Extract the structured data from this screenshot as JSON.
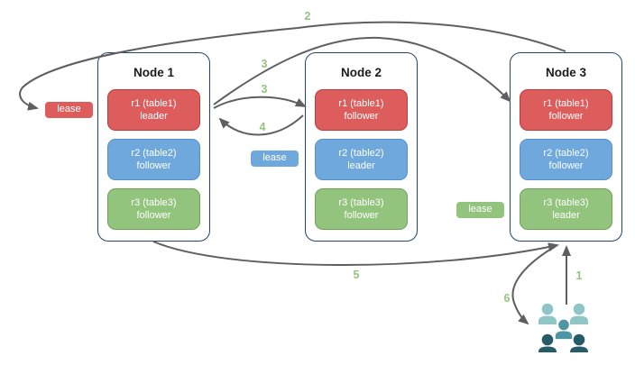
{
  "colors": {
    "red-fill": "#DD5C5C",
    "red-border": "#C13B3B",
    "blue-fill": "#6FA8DC",
    "blue-border": "#5390CF",
    "green-fill": "#93C47D",
    "green-border": "#6FA354",
    "node-border": "#23456B",
    "arrow": "#5F5F5F",
    "step-label": "#93C47D",
    "users-light": "#8FC5C5",
    "users-medium": "#4E96A3",
    "users-dark": "#265B68"
  },
  "nodes": [
    {
      "title": "Node 1",
      "replicas": [
        {
          "name": "r1 (table1)",
          "role": "leader",
          "color": "red"
        },
        {
          "name": "r2 (table2)",
          "role": "follower",
          "color": "blue"
        },
        {
          "name": "r3 (table3)",
          "role": "follower",
          "color": "green"
        }
      ]
    },
    {
      "title": "Node 2",
      "replicas": [
        {
          "name": "r1 (table1)",
          "role": "follower",
          "color": "red"
        },
        {
          "name": "r2 (table2)",
          "role": "leader",
          "color": "blue"
        },
        {
          "name": "r3 (table3)",
          "role": "follower",
          "color": "green"
        }
      ]
    },
    {
      "title": "Node 3",
      "replicas": [
        {
          "name": "r1 (table1)",
          "role": "follower",
          "color": "red"
        },
        {
          "name": "r2 (table2)",
          "role": "follower",
          "color": "blue"
        },
        {
          "name": "r3 (table3)",
          "role": "leader",
          "color": "green"
        }
      ]
    }
  ],
  "leases": [
    {
      "label": "lease",
      "color": "red"
    },
    {
      "label": "lease",
      "color": "blue"
    },
    {
      "label": "lease",
      "color": "green"
    }
  ],
  "steps": {
    "s1": "1",
    "s2": "2",
    "s3a": "3",
    "s3b": "3",
    "s4": "4",
    "s5": "5",
    "s6": "6"
  },
  "users": {
    "icon": "users-group-icon"
  }
}
